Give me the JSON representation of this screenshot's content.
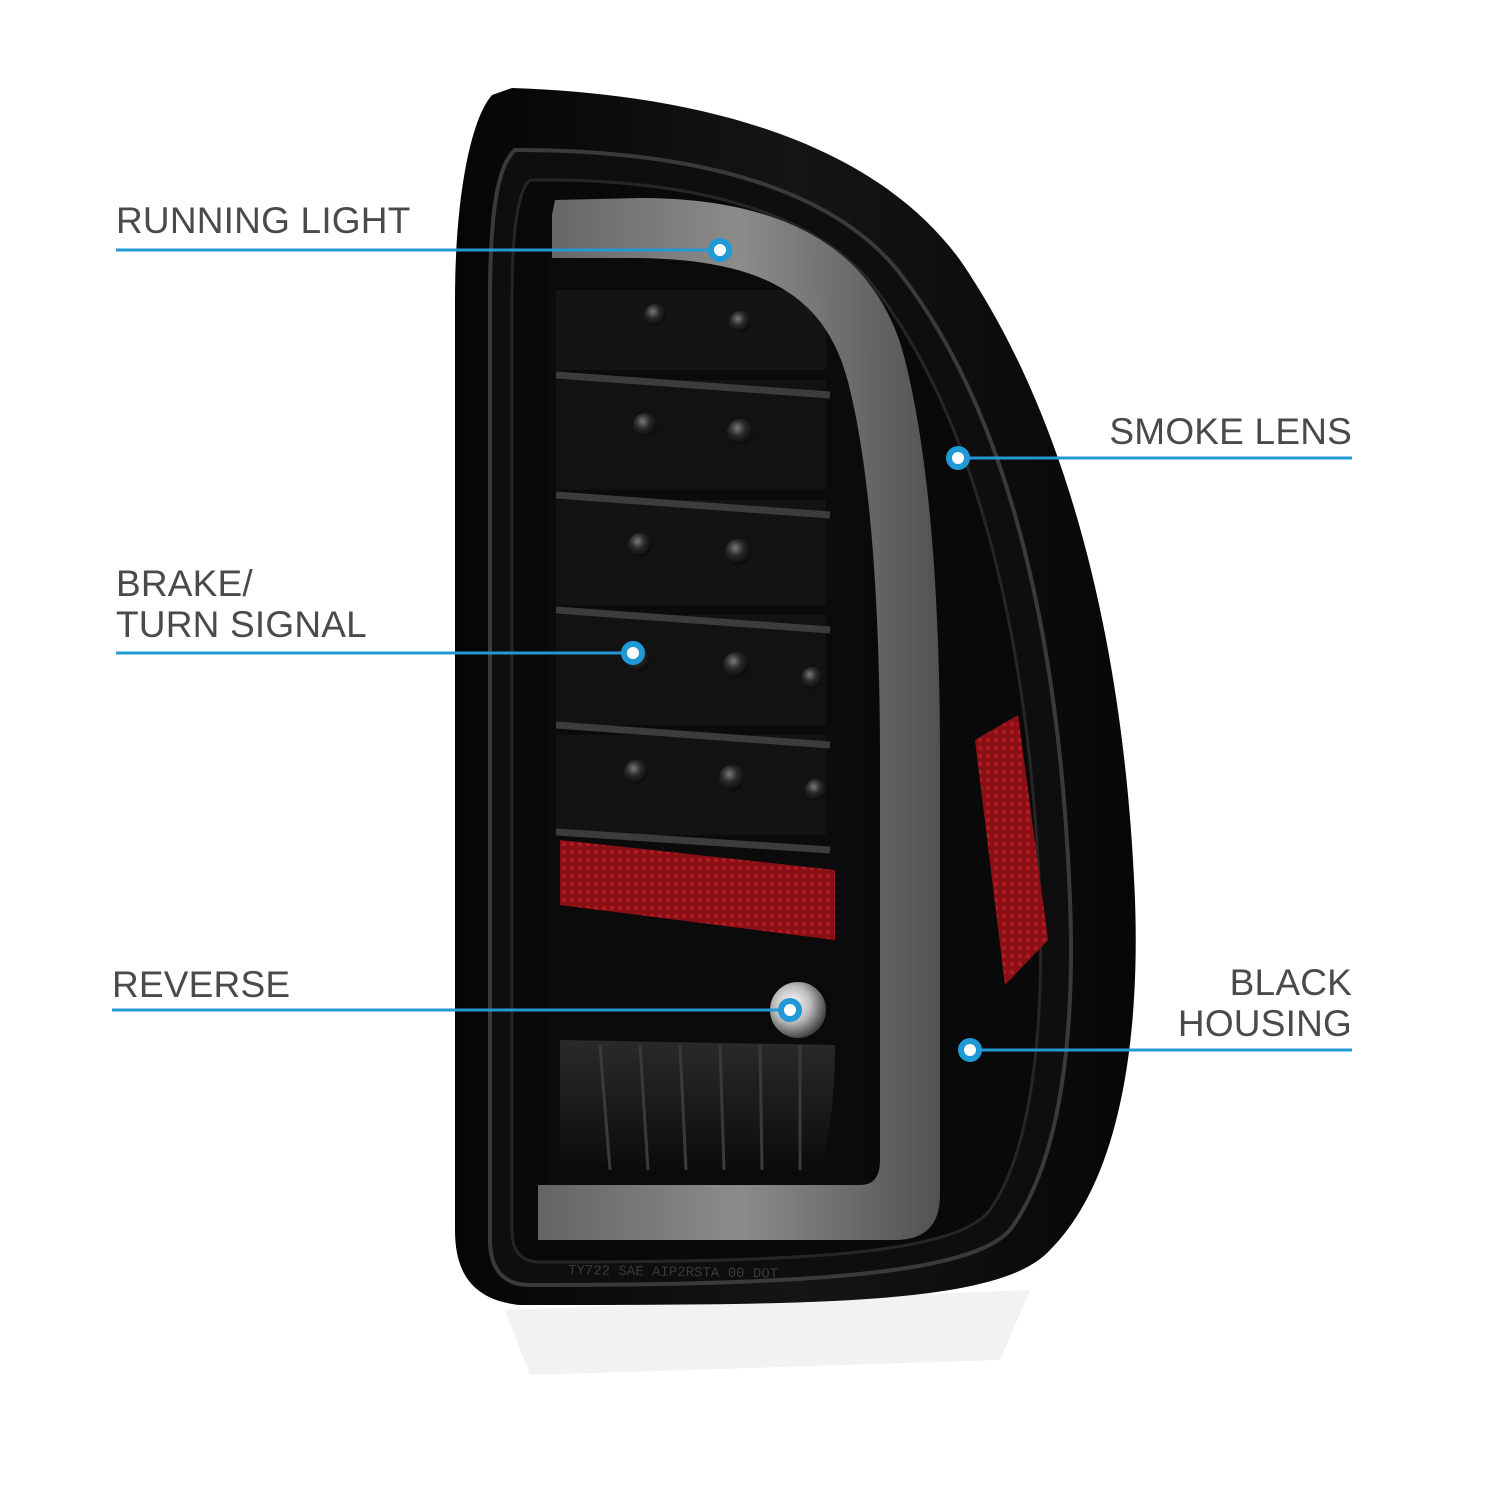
{
  "accent_color": "#1f9ad6",
  "product": {
    "lens_marking": "TY722  SAE  AIP2RSTA  00  DOT"
  },
  "callouts": {
    "running_light": {
      "lines": [
        "RUNNING LIGHT"
      ]
    },
    "brake_turn_signal": {
      "lines": [
        "BRAKE/",
        "TURN SIGNAL"
      ]
    },
    "reverse": {
      "lines": [
        "REVERSE"
      ]
    },
    "smoke_lens": {
      "lines": [
        "SMOKE LENS"
      ]
    },
    "black_housing": {
      "lines": [
        "BLACK",
        "HOUSING"
      ]
    }
  }
}
